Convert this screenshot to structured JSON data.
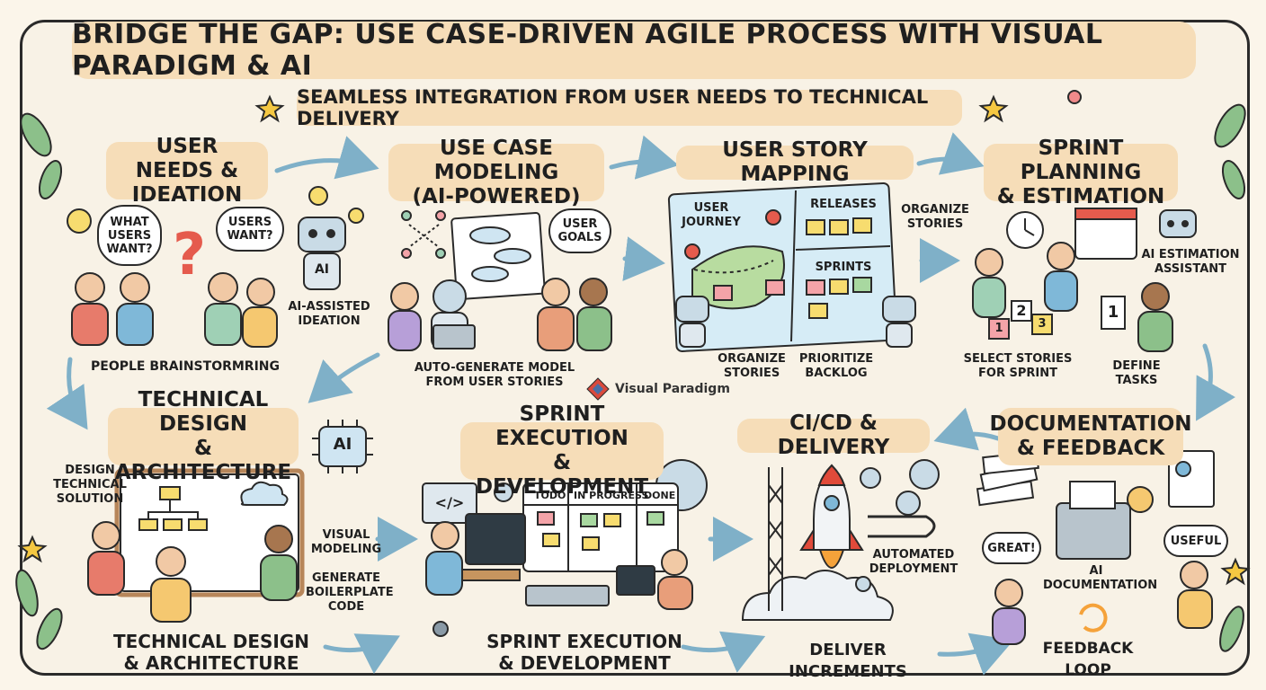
{
  "title": "BRIDGE THE GAP: USE CASE-DRIVEN AGILE PROCESS WITH VISUAL PARADIGM & AI",
  "subtitle": "SEAMLESS INTEGRATION FROM USER NEEDS TO TECHNICAL DELIVERY",
  "brand": "Visual Paradigm",
  "stages": {
    "user_needs": {
      "heading": "USER NEEDS &\nIDEATION",
      "bubble_1": "WHAT\nUSERS\nWANT?",
      "bubble_2": "USERS\nWANT?",
      "ai_badge": "AI",
      "ai_label": "AI-ASSISTED\nIDEATION",
      "caption": "PEOPLE BRAINSTORMRING"
    },
    "use_case": {
      "heading": "USE CASE MODELING\n(AI-POWERED)",
      "bubble": "USER\nGOALS",
      "caption": "AUTO-GENERATE MODEL\nFROM USER STORIES"
    },
    "story_mapping": {
      "heading": "USER STORY MAPPING",
      "journey": "USER\nJOURNEY",
      "releases": "RELEASES",
      "sprints": "SPRINTS",
      "organize_right": "ORGANIZE\nSTORIES",
      "organize_bottom": "ORGANIZE\nSTORIES",
      "prioritize": "PRIORITIZE\nBACKLOG"
    },
    "sprint_planning": {
      "heading": "SPRINT PLANNING\n& ESTIMATION",
      "assistant": "AI ESTIMATION\nASSISTANT",
      "select": "SELECT STORIES\nFOR SPRINT",
      "define": "DEFINE TASKS",
      "cards": [
        "1",
        "2",
        "3"
      ],
      "task_card": "1"
    },
    "tech_design": {
      "heading": "TECHNICAL DESIGN\n& ARCHITECTURE",
      "ai_chip": "AI",
      "design_label": "DESIGN\nTECHNICAL\nSOLUTION",
      "visual_modeling": "VISUAL\nMODELING",
      "boilerplate": "GENERATE\nBOILERPLATE\nCODE",
      "caption": "TECHNICAL DESIGN\n& ARCHITECTURE"
    },
    "sprint_exec": {
      "heading": "SPRINT EXECUTION\n& DEVELOPMENT",
      "code_glyph": "</>",
      "board_columns": [
        "TODO",
        "IN PROGRESS",
        "DONE"
      ],
      "caption": "SPRINT EXECUTION\n& DEVELOPMENT"
    },
    "cicd": {
      "heading": "CI/CD & DELIVERY",
      "automated": "AUTOMATED\nDEPLOYMENT",
      "caption": "DELIVER INCREMENTS"
    },
    "documentation": {
      "heading": "DOCUMENTATION\n& FEEDBACK",
      "great": "GREAT!",
      "useful": "USEFUL",
      "ai_doc": "AI\nDOCUMENTATION",
      "caption": "FEEDBACK LOOP"
    }
  },
  "colors": {
    "background": "#fbf5ea",
    "highlight": "#f6ddb8",
    "arrow": "#7fb0c8",
    "ink": "#2a2a2a",
    "sticky_yellow": "#f7dc6f",
    "sticky_pink": "#f4a3a8",
    "sticky_green": "#a8d8a0",
    "rocket_red": "#e04a3a"
  }
}
